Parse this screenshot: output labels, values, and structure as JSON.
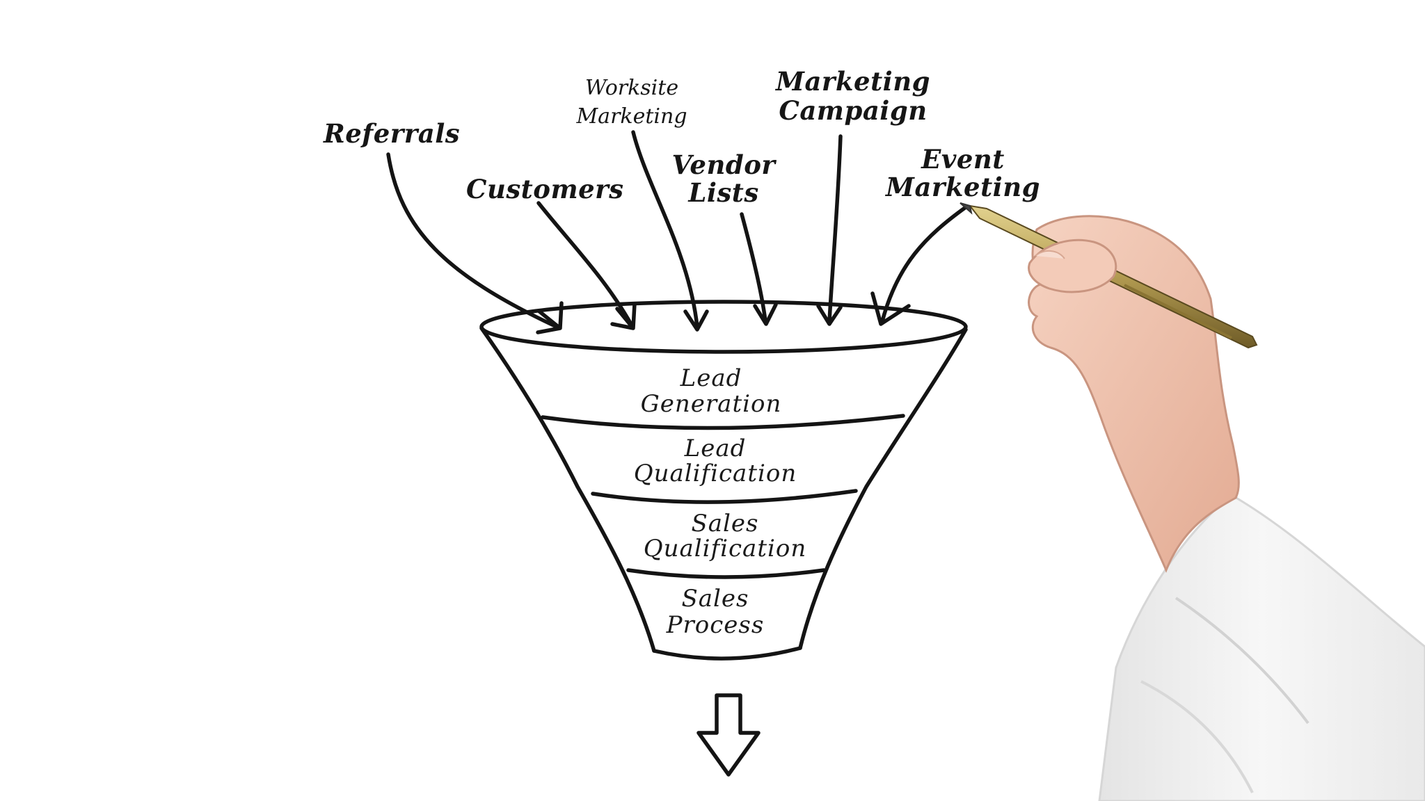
{
  "diagram": {
    "title": "Sales funnel",
    "sources": [
      {
        "lines": [
          "Referrals"
        ]
      },
      {
        "lines": [
          "Customers"
        ]
      },
      {
        "lines": [
          "Worksite",
          "Marketing"
        ]
      },
      {
        "lines": [
          "Vendor",
          "Lists"
        ]
      },
      {
        "lines": [
          "Marketing",
          "Campaign"
        ]
      },
      {
        "lines": [
          "Event",
          "Marketing"
        ]
      }
    ],
    "stages": [
      {
        "lines": [
          "Lead",
          "Generation"
        ]
      },
      {
        "lines": [
          "Lead",
          "Qualification"
        ]
      },
      {
        "lines": [
          "Sales",
          "Qualification"
        ]
      },
      {
        "lines": [
          "Sales",
          "Process"
        ]
      }
    ],
    "colors": {
      "ink": "#141414",
      "background": "#ffffff",
      "pen_gold": "#b59b52",
      "skin": "#f1c7b4",
      "sleeve": "#f2f2f2"
    }
  }
}
